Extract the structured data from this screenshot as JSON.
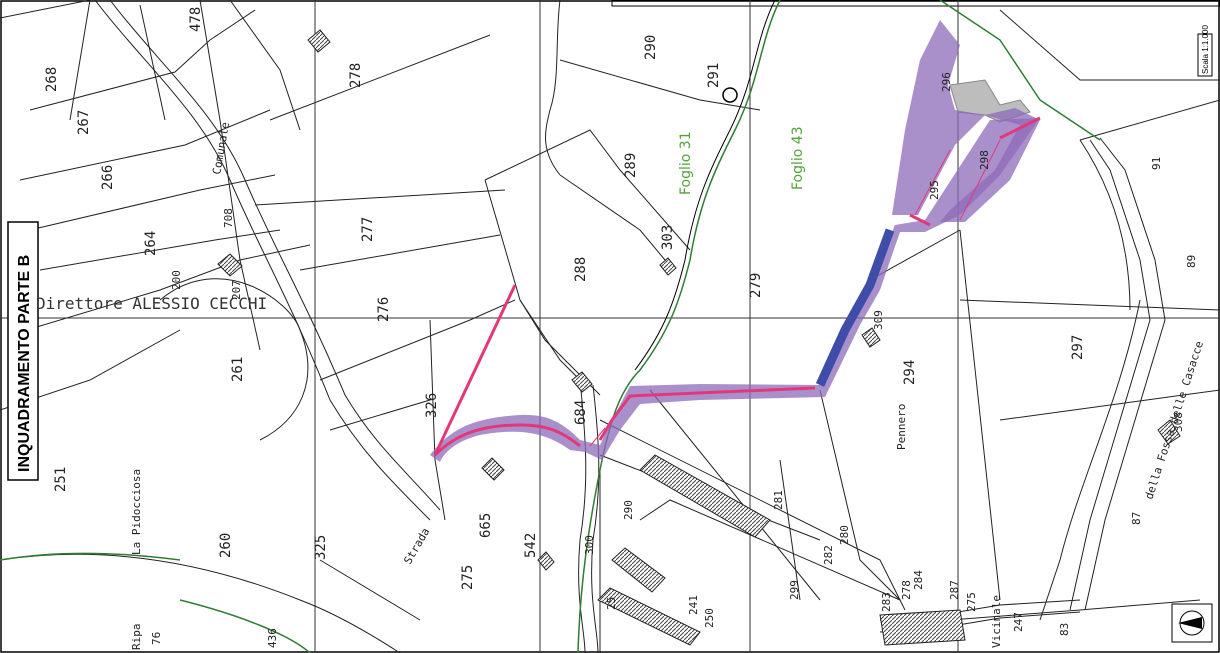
{
  "header": {
    "side_title": "INQUADRAMENTO PARTE B",
    "director": "Direttore ALESSIO CECCHI",
    "scale": "Scala 1:1.000"
  },
  "sheets": [
    "Foglio 31",
    "Foglio 43"
  ],
  "road_names": [
    "Comunale",
    "Strada",
    "della Fossa delle Casacce",
    "Pennero",
    "La Pidocciosa",
    "Ripa",
    "Vicinale"
  ],
  "parcels": [
    "478",
    "268",
    "267",
    "266",
    "264",
    "278",
    "290",
    "291",
    "289",
    "303",
    "288",
    "279",
    "277",
    "276",
    "261",
    "251",
    "260",
    "325",
    "275",
    "326",
    "665",
    "542",
    "300",
    "684",
    "290",
    "241",
    "250",
    "281",
    "280",
    "282",
    "299",
    "309",
    "294",
    "297",
    "296",
    "298",
    "295",
    "91",
    "89",
    "87",
    "308",
    "283",
    "278",
    "284",
    "287",
    "275",
    "247",
    "83",
    "76",
    "436",
    "200",
    "207",
    "708",
    "25"
  ],
  "colors": {
    "corridor": "#8e6bb8",
    "corridor_dark": "#3e4ea8",
    "route": "#e2387a",
    "grid": "#222222",
    "sheet_label": "#4ea33a",
    "boundary": "#2e7d32"
  },
  "icons": [
    "north-arrow-icon"
  ]
}
